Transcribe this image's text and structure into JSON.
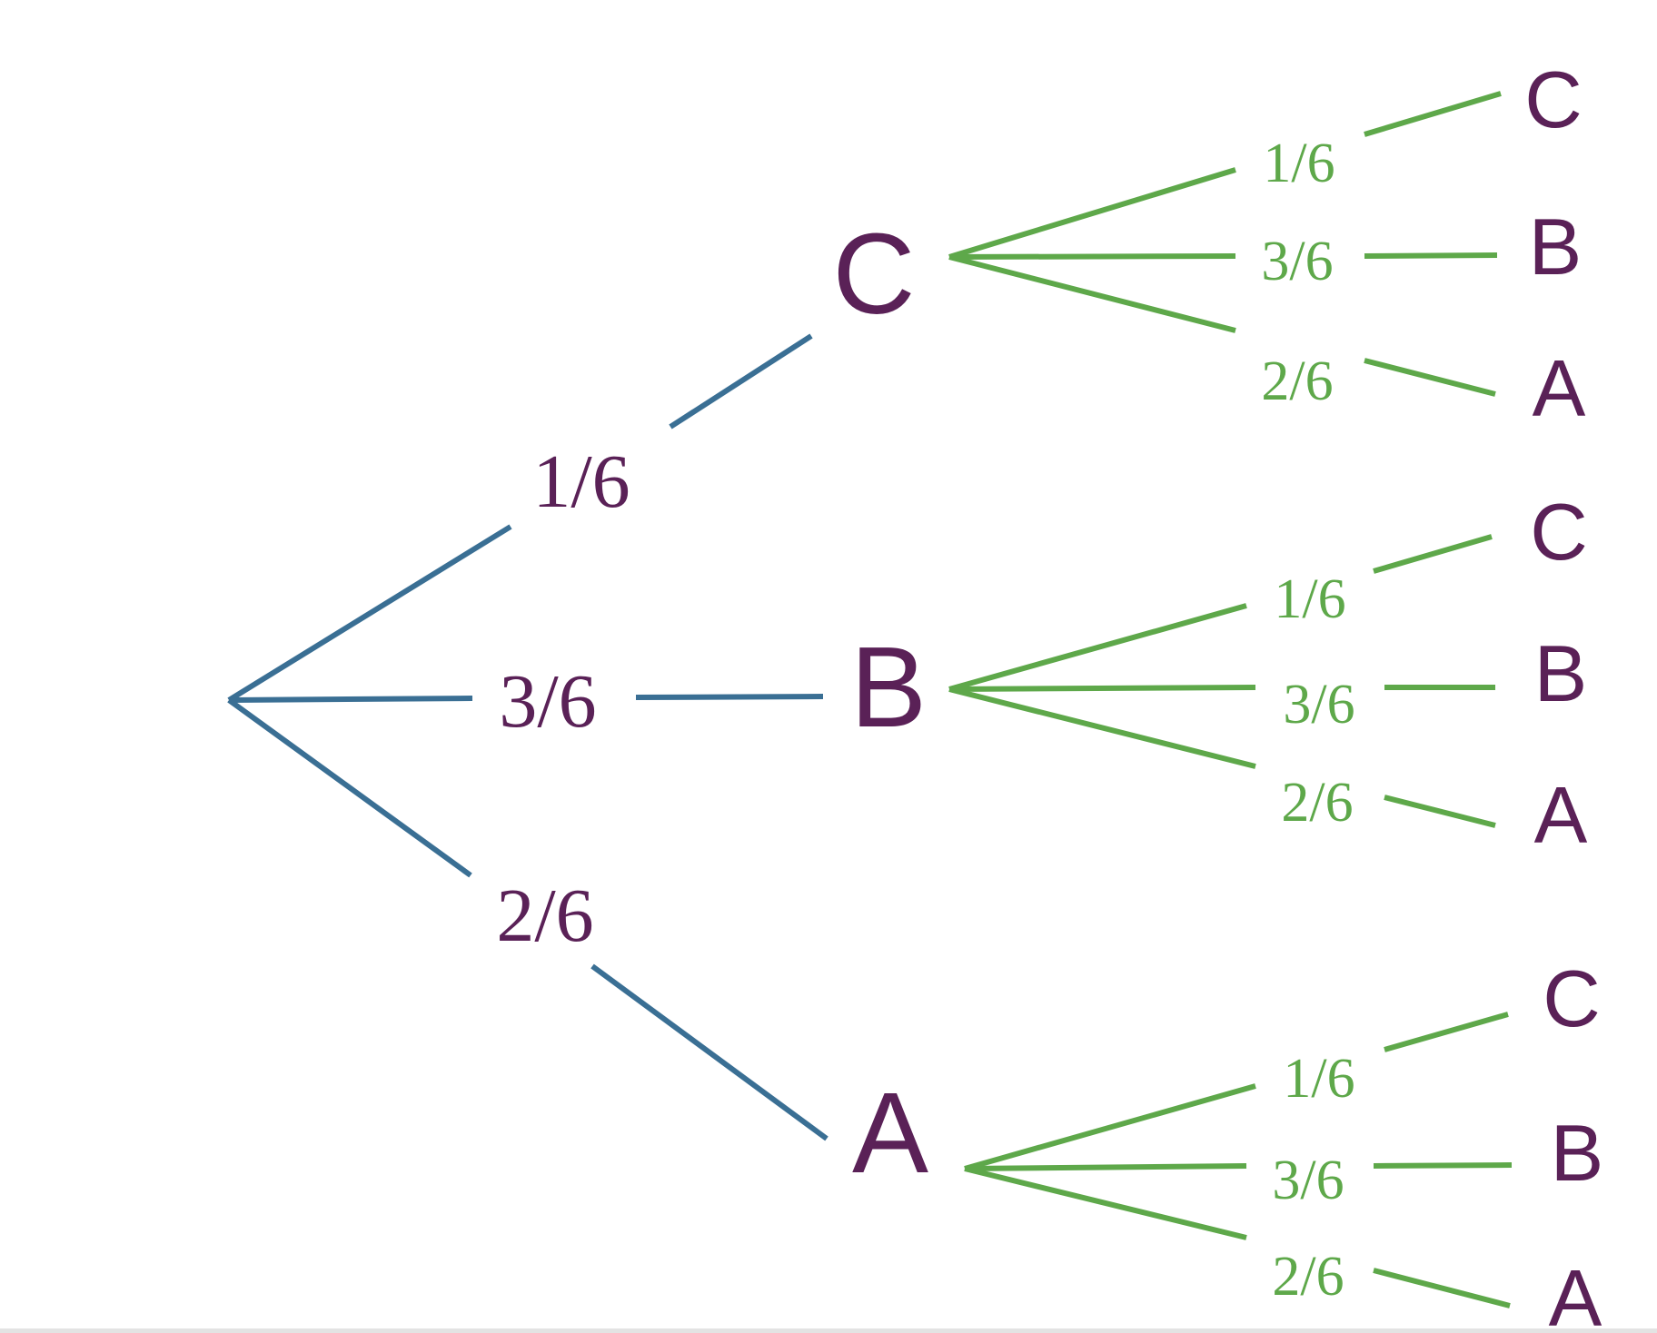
{
  "colors": {
    "node_text": "#5a2157",
    "first_level_branch": "#3a6f94",
    "first_level_prob": "#5a2157",
    "second_level_branch": "#5ea84a",
    "second_level_prob": "#5ea84a",
    "background": "#ffffff"
  },
  "tree": {
    "first_level": [
      {
        "prob": "1/6",
        "node": "C",
        "children": [
          {
            "prob": "1/6",
            "node": "C"
          },
          {
            "prob": "3/6",
            "node": "B"
          },
          {
            "prob": "2/6",
            "node": "A"
          }
        ]
      },
      {
        "prob": "3/6",
        "node": "B",
        "children": [
          {
            "prob": "1/6",
            "node": "C"
          },
          {
            "prob": "3/6",
            "node": "B"
          },
          {
            "prob": "2/6",
            "node": "A"
          }
        ]
      },
      {
        "prob": "2/6",
        "node": "A",
        "children": [
          {
            "prob": "1/6",
            "node": "C"
          },
          {
            "prob": "3/6",
            "node": "B"
          },
          {
            "prob": "2/6",
            "node": "A"
          }
        ]
      }
    ]
  }
}
